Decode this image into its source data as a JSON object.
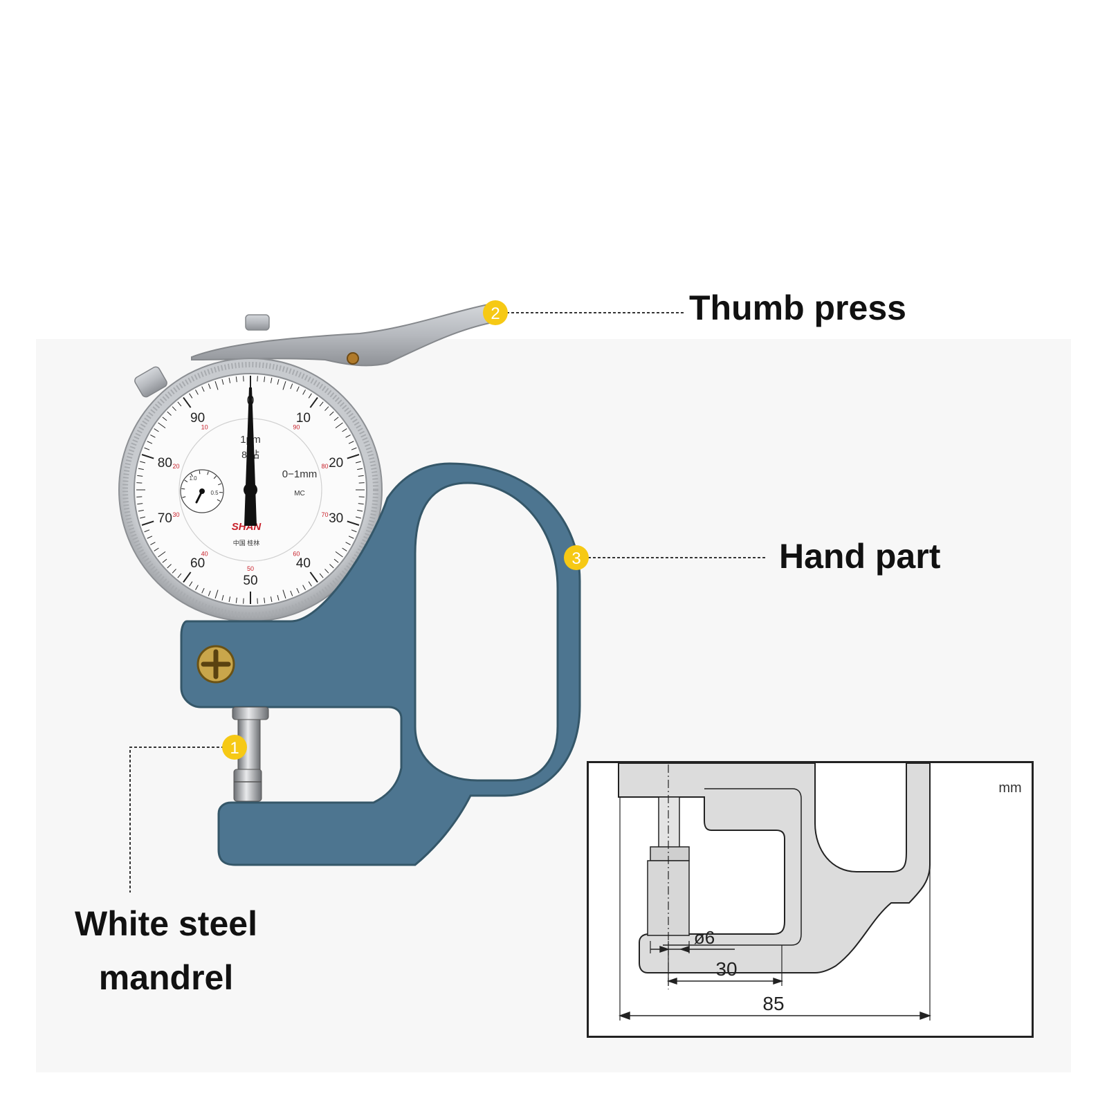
{
  "callouts": [
    {
      "number": "1",
      "label_lines": [
        "White steel",
        "mandrel"
      ]
    },
    {
      "number": "2",
      "label": "Thumb press"
    },
    {
      "number": "3",
      "label": "Hand part"
    }
  ],
  "dial": {
    "main_labels": [
      "0",
      "10",
      "20",
      "30",
      "40",
      "50",
      "60",
      "70",
      "80",
      "90"
    ],
    "reverse_labels": [
      "90",
      "80",
      "70",
      "60",
      "50",
      "40",
      "30",
      "20",
      "10"
    ],
    "resolution": "1μm",
    "jewels": "8 钻",
    "range": "0−1mm",
    "sub_dial_labels": [
      "1.0",
      "0.5"
    ],
    "brand": "SHAN",
    "origin": "中国 桂林",
    "certification": "MC"
  },
  "drawing": {
    "unit": "mm",
    "dim_diameter": "ø6",
    "dim_throat": "30",
    "dim_overall": "85"
  },
  "colors": {
    "frame": "#4d7590",
    "callout_marker": "#f6c915",
    "text": "#111111"
  }
}
